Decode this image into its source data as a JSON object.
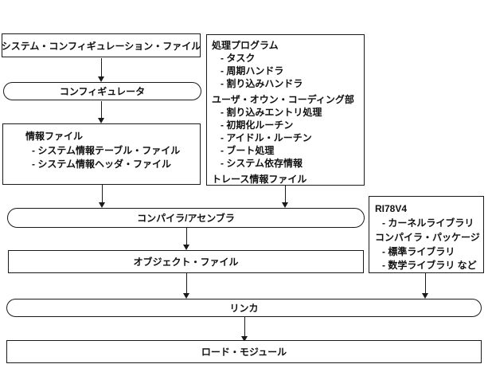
{
  "diagram": {
    "colors": {
      "line": "#1a1a1a",
      "background": "#ffffff",
      "box_fill": "#ffffff"
    },
    "nodes": {
      "system_config_file": {
        "label": "システム・コンフィギュレーション・ファイル"
      },
      "configurator": {
        "label": "コンフィギュレータ"
      },
      "info_file": {
        "lines": [
          "情報ファイル",
          "- システム情報テーブル・ファイル",
          "- システム情報ヘッダ・ファイル"
        ]
      },
      "processing_program": {
        "lines": [
          "処理プログラム",
          "- タスク",
          "- 周期ハンドラ",
          "- 割り込みハンドラ",
          "ユーザ・オウン・コーディング部",
          "- 割り込みエントリ処理",
          "- 初期化ルーチン",
          "- アイドル・ルーチン",
          "- ブート処理",
          "- システム依存情報",
          "トレース情報ファイル"
        ]
      },
      "compiler_assembler": {
        "label": "コンパイラ/アセンブラ"
      },
      "object_file": {
        "label": "オブジェクト・ファイル"
      },
      "ri78v4": {
        "lines": [
          "RI78V4",
          "- カーネルライブラリ",
          "コンパイラ・パッケージ",
          "- 標準ライブラリ",
          "- 数学ライブラリ など"
        ]
      },
      "linker": {
        "label": "リンカ"
      },
      "load_module": {
        "label": "ロード・モジュール"
      }
    }
  }
}
